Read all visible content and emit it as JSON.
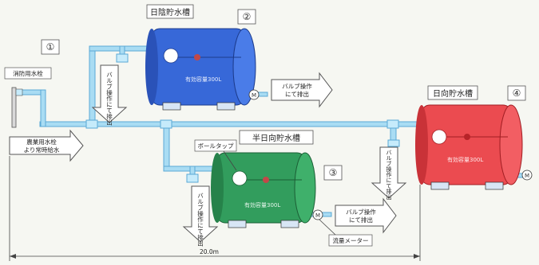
{
  "circle_numbers": {
    "n1": "①",
    "n2": "②",
    "n3": "③",
    "n4": "④"
  },
  "labels": {
    "hydrant": "消防用水栓",
    "source_line1": "農業用水栓",
    "source_line2": "より常時給水",
    "tank_top_title": "日陰貯水槽",
    "tank_mid_title": "半日向貯水槽",
    "tank_right_title": "日向貯水槽",
    "ball_tap": "ボールタップ",
    "meter": "流量メーター",
    "distance": "20.0m",
    "capacity_top": "有効容量300L",
    "capacity_mid": "有効容量300L",
    "capacity_right": "有効容量300L",
    "valve_top": "バルブ操作にて排出",
    "valve_mid_v": "バルブ操作にて排出",
    "valve_right_v": "バルブ操作にて排出",
    "valve_top_right_line1": "バルブ操作",
    "valve_top_right_line2": "にて排出",
    "valve_mid_right_line1": "バルブ操作",
    "valve_mid_right_line2": "にて排出",
    "meter_symbol": "M"
  },
  "colors": {
    "tank_top": "#2f5fd2",
    "tank_mid": "#2f9a5a",
    "tank_right": "#e8454a",
    "pipe": "#9fd3ee",
    "arrow_fill": "#ffffff",
    "line": "#444444"
  }
}
